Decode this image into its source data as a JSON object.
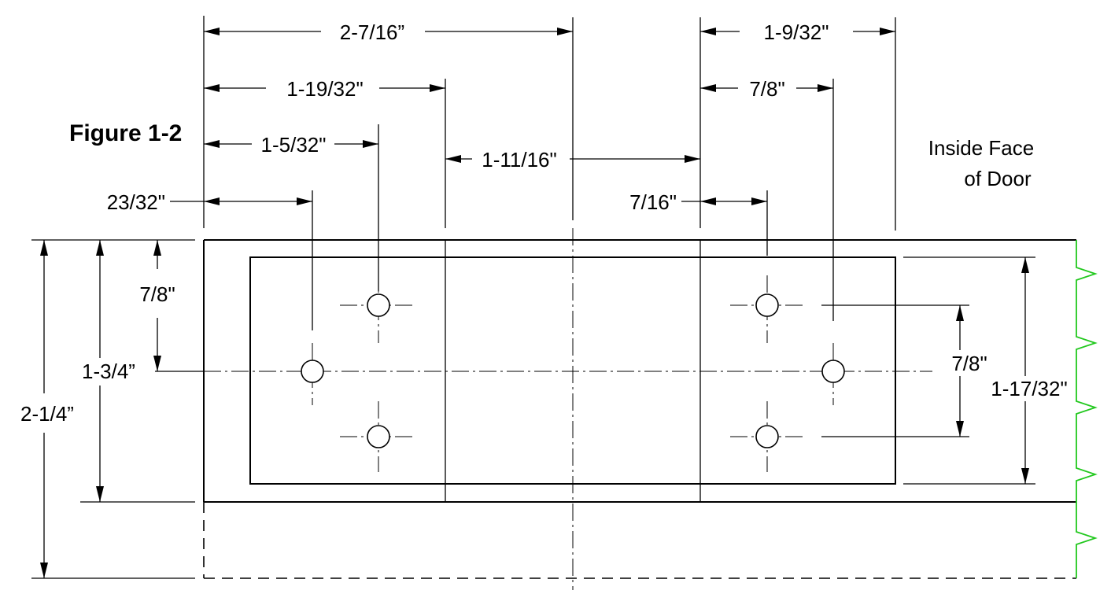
{
  "figure": {
    "title": "Figure 1-2",
    "note_line1": "Inside Face",
    "note_line2": "of Door"
  },
  "dimensions": {
    "d_2_7_16": "2-7/16”",
    "d_1_19_32": "1-19/32\"",
    "d_1_5_32": "1-5/32\"",
    "d_23_32": "23/32\"",
    "d_1_11_16": "1-11/16\"",
    "d_1_9_32": "1-9/32\"",
    "d_7_8_top": "7/8\"",
    "d_7_16": "7/16\"",
    "d_7_8_left": "7/8\"",
    "d_1_3_4": "1-3/4”",
    "d_2_1_4": "2-1/4”",
    "d_7_8_right": "7/8\"",
    "d_1_17_32": "1-17/32\""
  },
  "colors": {
    "line": "#000000",
    "door_edge": "#22c81e",
    "background": "#ffffff"
  }
}
